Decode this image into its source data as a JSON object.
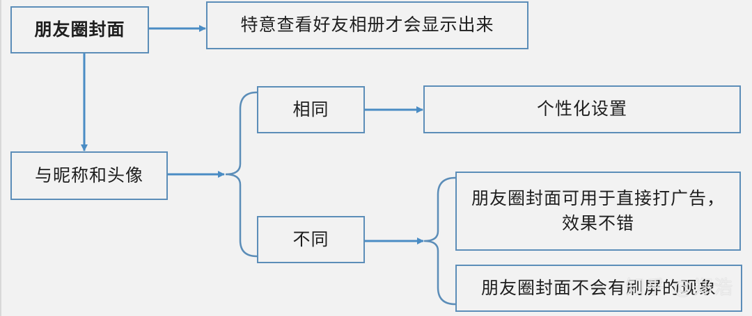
{
  "diagram": {
    "nodes": {
      "cover": "朋友圈封面",
      "visibility_note": "特意查看好友相册才会显示出来",
      "nickname_avatar": "与昵称和头像",
      "same": "相同",
      "personalized": "个性化设置",
      "different": "不同",
      "ad_line1": "朋友圈封面可用于直接打广告，",
      "ad_line2": "效果不错",
      "no_spam": "朋友圈封面不会有刷屏的现象"
    },
    "edges": [
      {
        "from": "cover",
        "to": "visibility_note"
      },
      {
        "from": "cover",
        "to": "nickname_avatar"
      },
      {
        "from": "nickname_avatar",
        "to": [
          "same",
          "different"
        ],
        "style": "brace"
      },
      {
        "from": "same",
        "to": "personalized"
      },
      {
        "from": "different",
        "to": [
          "ad",
          "no_spam"
        ],
        "style": "brace"
      }
    ],
    "colors": {
      "line": "#4a8cc4",
      "border": "#5b8db8",
      "background": "#f2f2f2"
    }
  },
  "watermark": "知乎 @郑浩"
}
